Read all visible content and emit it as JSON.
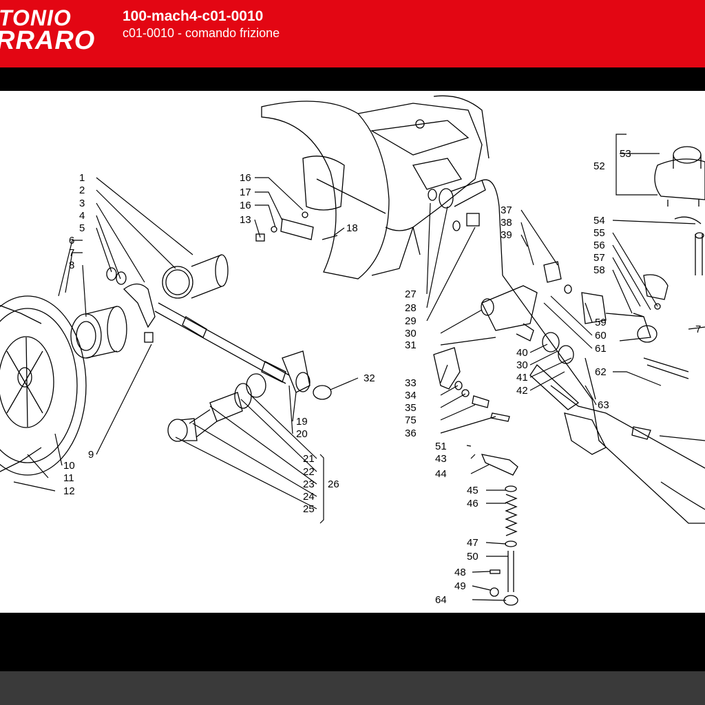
{
  "header": {
    "logo_line1": "TONIO",
    "logo_line2": "RRARO",
    "title": "100-mach4-c01-0010",
    "subtitle": "c01-0010 - comando frizione"
  },
  "colors": {
    "brand_red": "#e30613",
    "frame": "#000000",
    "bottom_bar": "#3a3a3a",
    "drawing": "#000000"
  },
  "diagram": {
    "callouts": [
      "1",
      "2",
      "3",
      "4",
      "5",
      "6",
      "7",
      "8",
      "9",
      "10",
      "11",
      "12",
      "13",
      "16",
      "16",
      "17",
      "18",
      "19",
      "20",
      "21",
      "22",
      "23",
      "24",
      "25",
      "26",
      "27",
      "28",
      "29",
      "30",
      "30",
      "31",
      "32",
      "33",
      "34",
      "35",
      "36",
      "37",
      "38",
      "39",
      "40",
      "41",
      "42",
      "43",
      "44",
      "45",
      "46",
      "47",
      "48",
      "49",
      "50",
      "51",
      "52",
      "53",
      "54",
      "55",
      "56",
      "57",
      "58",
      "59",
      "60",
      "61",
      "62",
      "63",
      "64",
      "75",
      "7"
    ]
  }
}
